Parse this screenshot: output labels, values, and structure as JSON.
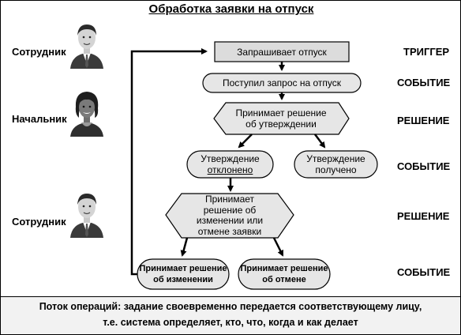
{
  "title": "Обработка заявки на отпуск",
  "roles": {
    "employee_1": "Сотрудник",
    "manager": "Начальник",
    "employee_2": "Сотрудник"
  },
  "stages": {
    "trigger": "ТРИГГЕР",
    "event_1": "СОБЫТИЕ",
    "decision_1": "РЕШЕНИЕ",
    "event_2": "СОБЫТИЕ",
    "decision_2": "РЕШЕНИЕ",
    "event_3": "СОБЫТИЕ"
  },
  "boxes": {
    "request": "Запрашивает отпуск",
    "received": "Поступил запрос на отпуск",
    "decide_line1": "Принимает решение",
    "decide_line2": "об утверждении",
    "rejected_line1": "Утверждение",
    "rejected_line2": "отклонено",
    "approved_line1": "Утверждение",
    "approved_line2": "получено",
    "change_line1": "Принимает",
    "change_line2": "решение об",
    "change_line3": "изменении или",
    "change_line4": "отмене заявки",
    "modify_line1": "Принимает решение",
    "modify_line2": "об изменении",
    "cancel_line1": "Принимает решение",
    "cancel_line2": "об отмене"
  },
  "footer": {
    "line1": "Поток операций: задание своевременно передается соответствующему лицу,",
    "line2": "т.е. система определяет, кто, что, когда и как делает"
  },
  "colors": {
    "shape_fill": "#e6e6e6",
    "trigger_fill": "#dcdcdc",
    "footer_fill": "#f2f2f2"
  }
}
